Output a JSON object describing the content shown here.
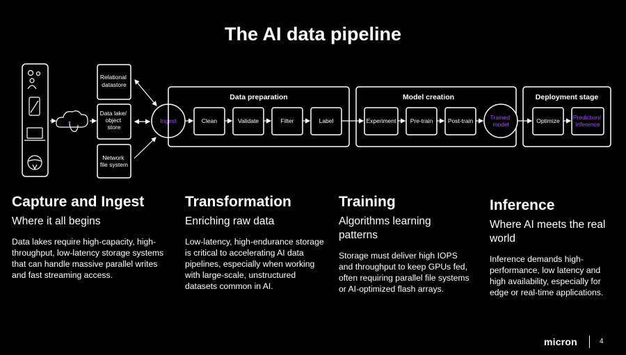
{
  "title": "The AI data pipeline",
  "sources": {
    "relational": [
      "Relational",
      "datastore"
    ],
    "datalake": [
      "Data lake/",
      "object",
      "store"
    ],
    "network": [
      "Network",
      "file system"
    ]
  },
  "stages": {
    "ingest": "Ingest",
    "data_prep": {
      "title": "Data preparation",
      "steps": [
        "Clean",
        "Validate",
        "Filter",
        "Label"
      ]
    },
    "model_creation": {
      "title": "Model creation",
      "steps": [
        "Experiment",
        "Pre-train",
        "Post-train"
      ]
    },
    "trained_model": [
      "Trained",
      "model"
    ],
    "deployment": {
      "title": "Deployment stage",
      "steps": [
        "Optimize"
      ],
      "final": [
        "Prediction/",
        "inference"
      ]
    }
  },
  "columns": [
    {
      "heading": "Capture and Ingest",
      "subheading": "Where it all begins",
      "body": "Data lakes require high-capacity, high-throughput, low-latency storage systems that can handle massive parallel writes and fast streaming access."
    },
    {
      "heading": "Transformation",
      "subheading": "Enriching raw data",
      "body": "Low-latency, high-endurance storage is critical to accelerating AI data pipelines, especially when working with large-scale, unstructured datasets common in AI."
    },
    {
      "heading": "Training",
      "subheading": "Algorithms learning patterns",
      "body": "Storage must deliver high IOPS and throughput to keep GPUs fed, often requiring parallel file systems or AI-optimized flash arrays."
    },
    {
      "heading": "Inference",
      "subheading": "Where AI meets the real world",
      "body": "Inference demands high-performance, low latency and high availability, especially for edge or real-time applications."
    }
  ],
  "footer": {
    "logo": "micron",
    "page": "4"
  },
  "colors": {
    "accent": "#a64bff",
    "background": "#000000",
    "foreground": "#ffffff"
  },
  "icons": [
    "people-icon",
    "phone-icon",
    "laptop-icon",
    "steering-wheel-icon",
    "cloud-icon"
  ]
}
